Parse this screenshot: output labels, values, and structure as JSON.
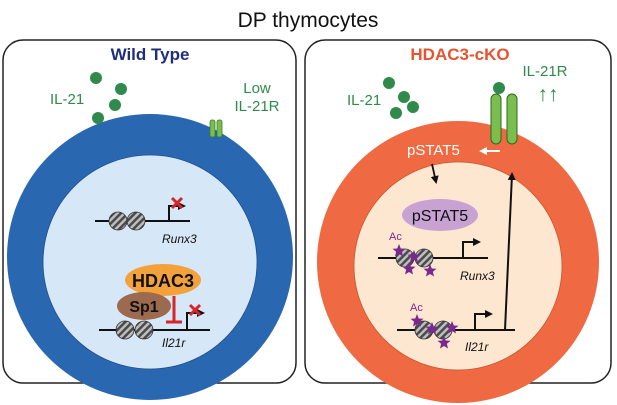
{
  "title": "DP thymocytes",
  "wild_type": {
    "panel_title": "Wild Type",
    "cytokine_label": "IL-21",
    "receptor_label_line1": "Low",
    "receptor_label_line2": "IL-21R",
    "gene_top_label": "Runx3",
    "hdac3_label": "HDAC3",
    "sp1_label": "Sp1",
    "gene_bottom_label": "Il21r"
  },
  "knockout": {
    "panel_title": "HDAC3-cKO",
    "cytokine_label": "IL-21",
    "receptor_label": "IL-21R",
    "upregulation_arrows": "↑↑",
    "pstat5_cytoplasm_label": "pSTAT5",
    "pstat5_nucleus_label": "pSTAT5",
    "ac_label_top": "Ac",
    "gene_top_label": "Runx3",
    "ac_label_bottom": "Ac",
    "gene_bottom_label": "Il21r"
  },
  "colors": {
    "wt_cell": "#2a67b1",
    "wt_nucleus": "#d6e7f7",
    "wt_title": "#1f2f7a",
    "ko_cell": "#ef6a42",
    "ko_nucleus": "#fde7d0",
    "ko_title": "#e8532f",
    "cytokine_green": "#2f8a4c",
    "receptor_green": "#79be4e",
    "hdac3_orange": "#f3a23b",
    "sp1_brown": "#9c6a4e",
    "pstat5_purple": "#c7a2d3",
    "acetyl_purple": "#7a2a8e",
    "repression_red": "#d7262a"
  }
}
